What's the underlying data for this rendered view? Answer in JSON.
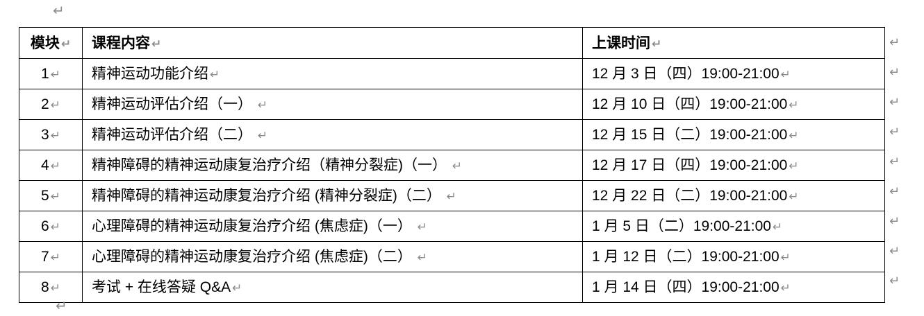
{
  "marks": {
    "paragraph": "↵",
    "cell_end": "↵",
    "row_end": "↵"
  },
  "colors": {
    "border": "#000000",
    "formatting_mark": "#8c8c8c",
    "text": "#000000",
    "background": "#ffffff"
  },
  "table": {
    "headers": [
      "模块",
      "课程内容",
      "上课时间"
    ],
    "rows": [
      {
        "module": "1",
        "content": "精神运动功能介绍",
        "time": "12 月 3 日（四）19:00-21:00"
      },
      {
        "module": "2",
        "content": "精神运动评估介绍（一） ",
        "time": "12 月 10 日（四）19:00-21:00"
      },
      {
        "module": "3",
        "content": "精神运动评估介绍（二） ",
        "time": "12 月 15 日（二）19:00-21:00"
      },
      {
        "module": "4",
        "content": "精神障碍的精神运动康复治疗介绍（精神分裂症)（一） ",
        "time": "12 月 17 日（四）19:00-21:00"
      },
      {
        "module": "5",
        "content": "精神障碍的精神运动康复治疗介绍 (精神分裂症)（二） ",
        "time": "12 月 22 日（二）19:00-21:00"
      },
      {
        "module": "6",
        "content": "心理障碍的精神运动康复治疗介绍 (焦虑症)（一） ",
        "time": "1 月 5 日（二）19:00-21:00"
      },
      {
        "module": "7",
        "content": "心理障碍的精神运动康复治疗介绍 (焦虑症)（二） ",
        "time": "1 月 12 日（二）19:00-21:00"
      },
      {
        "module": "8",
        "content": "考试 + 在线答疑 Q&A",
        "time": "1 月 14 日（四）19:00-21:00"
      }
    ]
  }
}
